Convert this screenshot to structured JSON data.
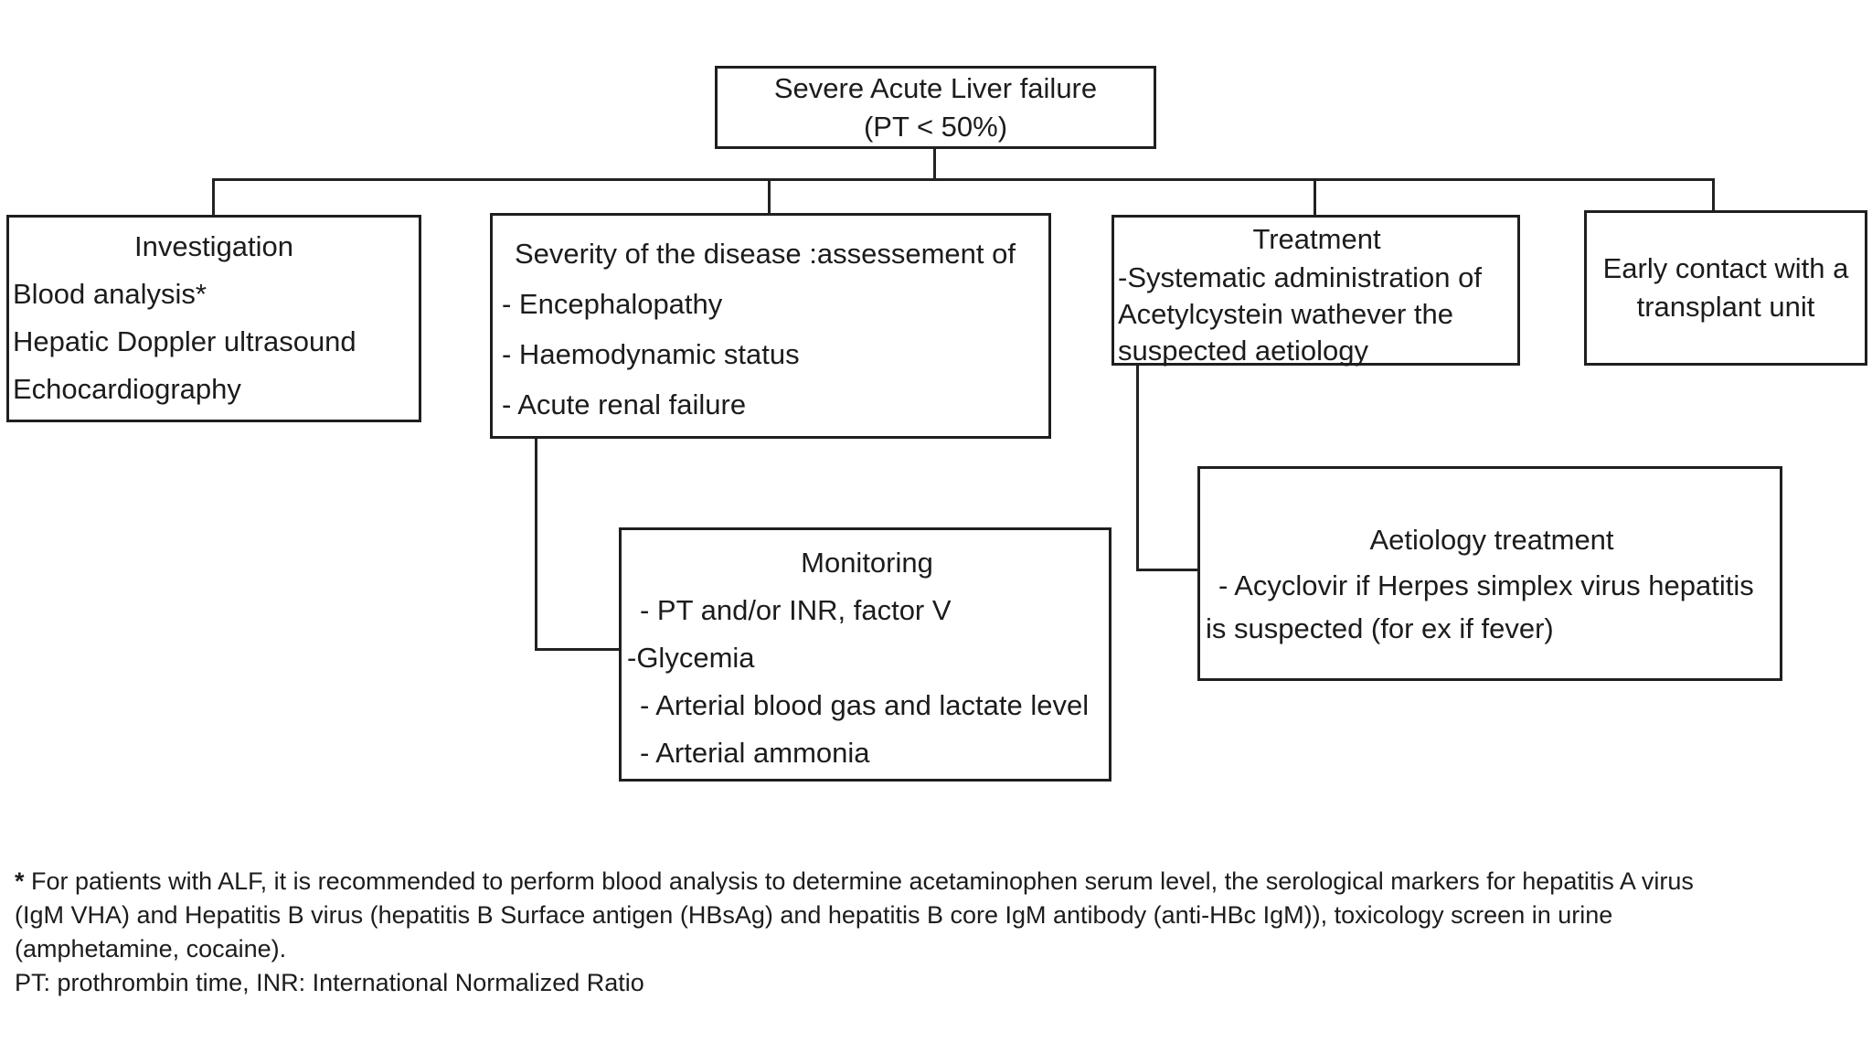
{
  "diagram": {
    "root": {
      "lines": [
        "Severe Acute Liver failure",
        "(PT < 50%)"
      ]
    },
    "investigation": {
      "title": "Investigation",
      "lines": [
        "Blood analysis*",
        "Hepatic Doppler ultrasound",
        "Echocardiography"
      ]
    },
    "severity": {
      "title": "Severity of the disease :assessement of",
      "lines": [
        "- Encephalopathy",
        "- Haemodynamic status",
        "- Acute renal failure"
      ]
    },
    "treatment": {
      "title": "Treatment",
      "lines": [
        "-Systematic administration of",
        "Acetylcystein wathever the",
        "suspected aetiology"
      ]
    },
    "transplant": {
      "lines": [
        "Early contact with a",
        "transplant unit"
      ]
    },
    "monitoring": {
      "title": "Monitoring",
      "lines": [
        "- PT and/or INR, factor V",
        "-Glycemia",
        "- Arterial blood gas and lactate level",
        "- Arterial ammonia"
      ]
    },
    "aetiology": {
      "title": "Aetiology treatment",
      "lines": [
        "- Acyclovir if Herpes simplex virus hepatitis",
        "is suspected (for ex if fever)"
      ]
    }
  },
  "footnote": {
    "asterisk": "*",
    "line1_rest": " For patients with ALF, it is recommended to perform blood analysis to determine acetaminophen serum level, the serological markers for hepatitis A virus",
    "line2": "(IgM VHA) and Hepatitis B virus (hepatitis B Surface antigen (HBsAg) and hepatitis B core IgM antibody (anti-HBc IgM)), toxicology screen in urine",
    "line3": "(amphetamine, cocaine).",
    "line4": "PT: prothrombin time, INR: International Normalized Ratio"
  },
  "colors": {
    "background": "#ffffff",
    "line": "#222222",
    "text": "#1c1c1c"
  }
}
